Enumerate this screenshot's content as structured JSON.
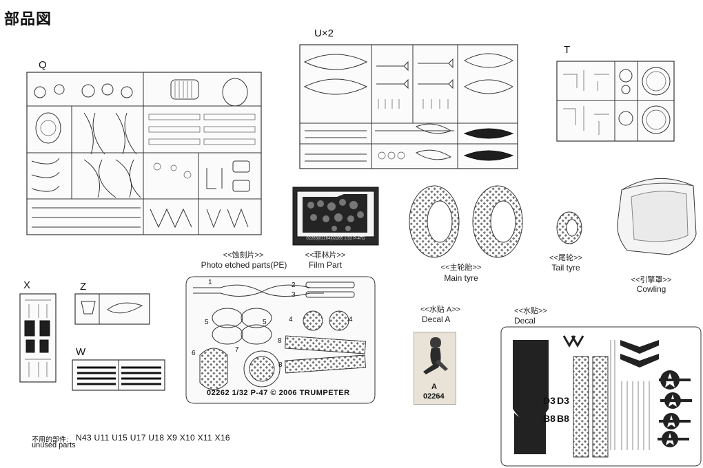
{
  "title": "部品図",
  "sprues": {
    "u": "U×2",
    "q": "Q",
    "t": "T",
    "x": "X",
    "z": "Z",
    "w": "W"
  },
  "film": {
    "text": "02263|02264|02265  1/32  P-47D"
  },
  "pe": {
    "zh": "<<蚀刻片>>",
    "en": "Photo etched parts(PE)",
    "footer": "02262   1/32  P-47  © 2006  TRUMPETER",
    "part_numbers": [
      "1",
      "2",
      "3",
      "4",
      "4",
      "5",
      "5",
      "6",
      "7",
      "8",
      "8"
    ]
  },
  "film_part": {
    "zh": "<<菲林片>>",
    "en": "Film Part"
  },
  "main_tyre": {
    "zh": "<<主轮胎>>",
    "en": "Main tyre"
  },
  "tail_tyre": {
    "zh": "<<尾轮>>",
    "en": "Tail tyre"
  },
  "cowling": {
    "zh": "<<引擎罩>>",
    "en": "Cowling"
  },
  "decal_a": {
    "zh": "<<水贴  A>>",
    "en": "Decal A",
    "letter": "A",
    "code": "02264"
  },
  "decal": {
    "zh": "<<水贴>>",
    "en": "Decal",
    "marks": [
      "D3",
      "D3",
      "B8",
      "B8"
    ]
  },
  "unused": {
    "zh": "不用的部件:",
    "en": "unused parts",
    "list": "N43 U11 U15 U17 U18 X9 X10 X11 X16"
  },
  "colors": {
    "ink": "#111111",
    "line": "#333333",
    "paper": "#ffffff"
  }
}
